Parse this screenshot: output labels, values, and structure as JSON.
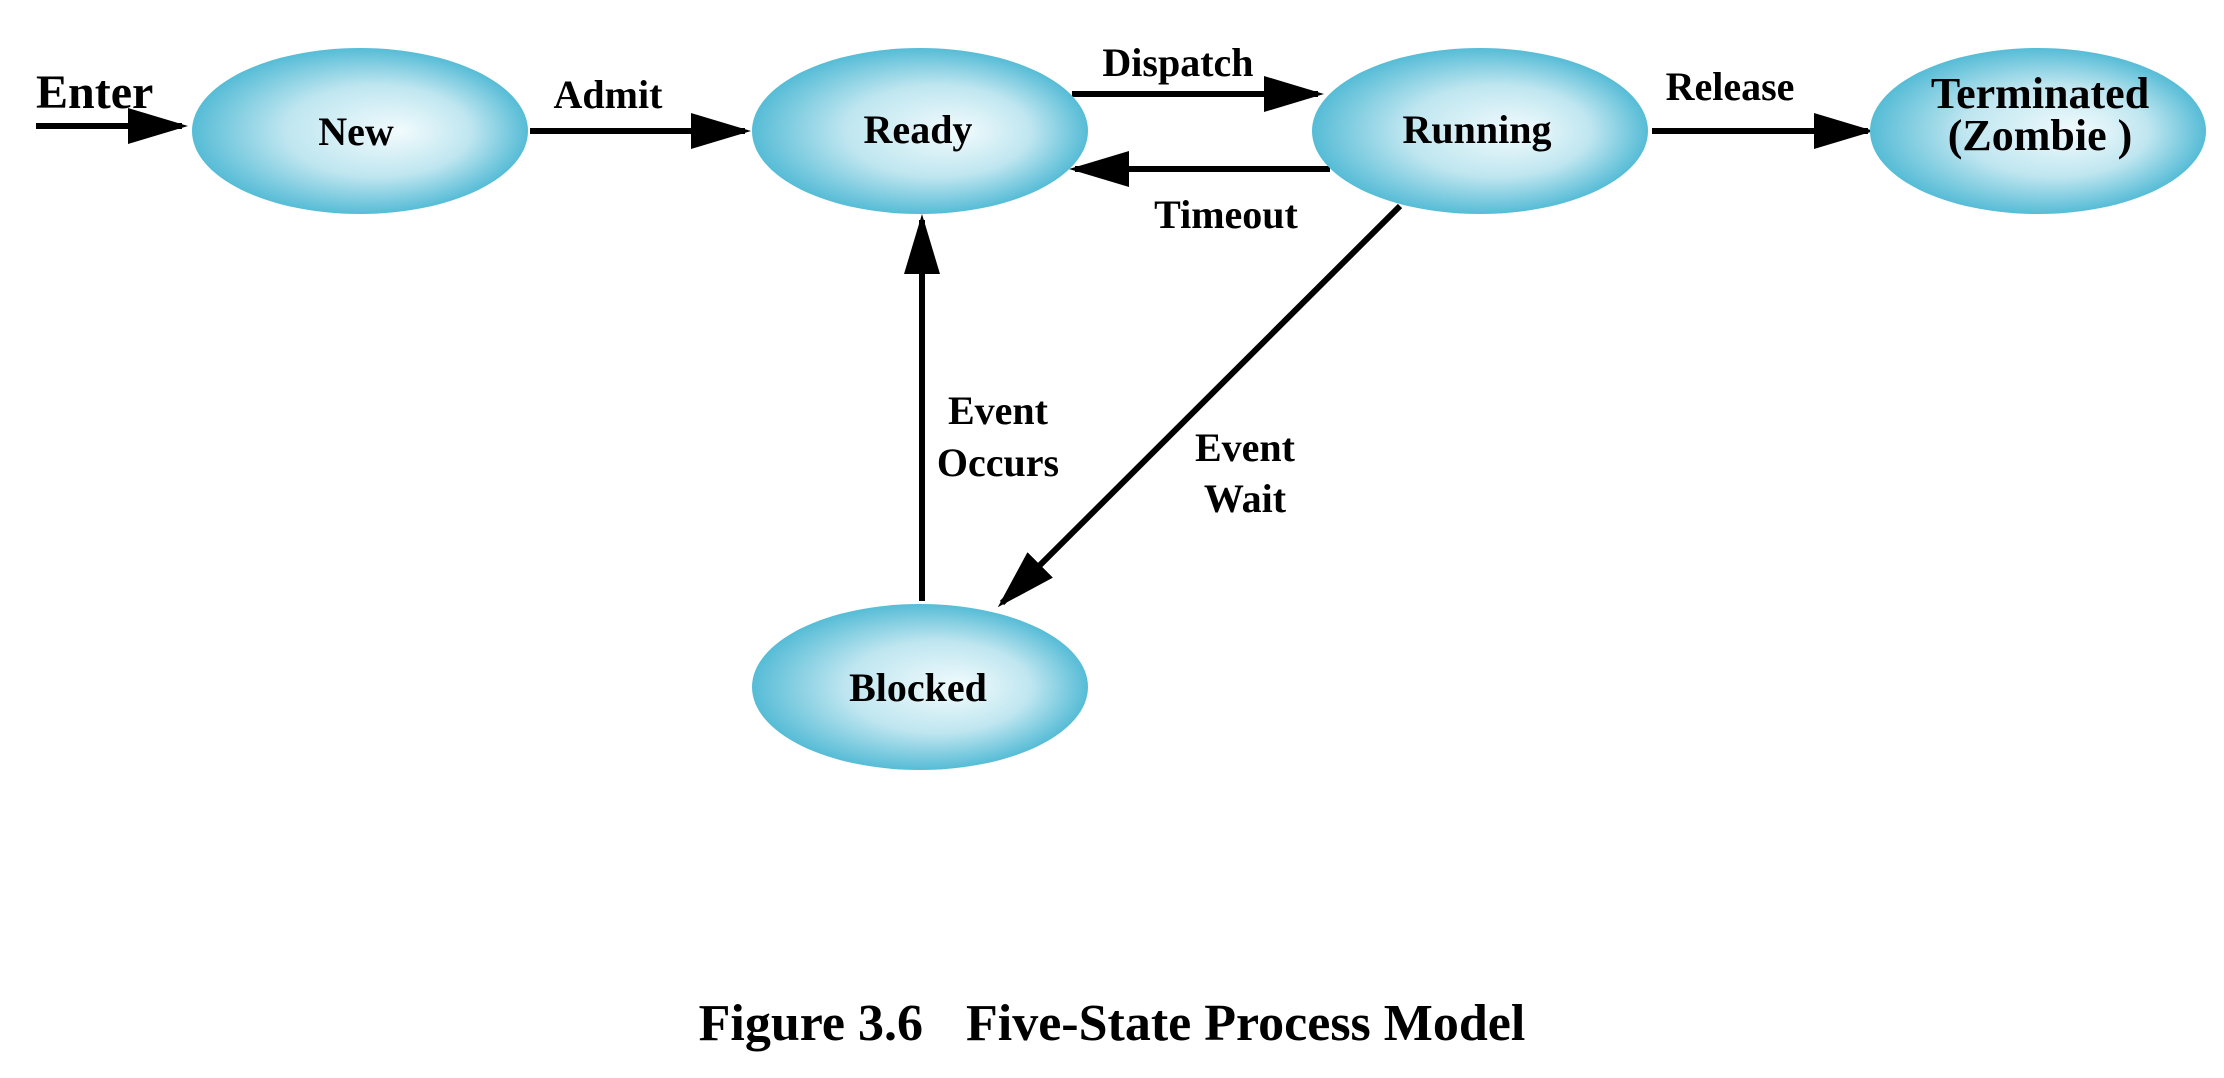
{
  "colors": {
    "state_center": "#f2fbfd",
    "state_edge": "#56bcd6",
    "line": "#000000"
  },
  "states": {
    "new": "New",
    "ready": "Ready",
    "running": "Running",
    "blocked": "Blocked",
    "terminated_line1": "Terminated",
    "terminated_line2": "(Zombie )"
  },
  "edges": {
    "enter": "Enter",
    "admit": "Admit",
    "dispatch": "Dispatch",
    "timeout": "Timeout",
    "release": "Release",
    "event_occurs_line1": "Event",
    "event_occurs_line2": "Occurs",
    "event_wait_line1": "Event",
    "event_wait_line2": "Wait"
  },
  "caption": {
    "figure_number": "Figure 3.6",
    "title": "Five-State Process Model"
  }
}
